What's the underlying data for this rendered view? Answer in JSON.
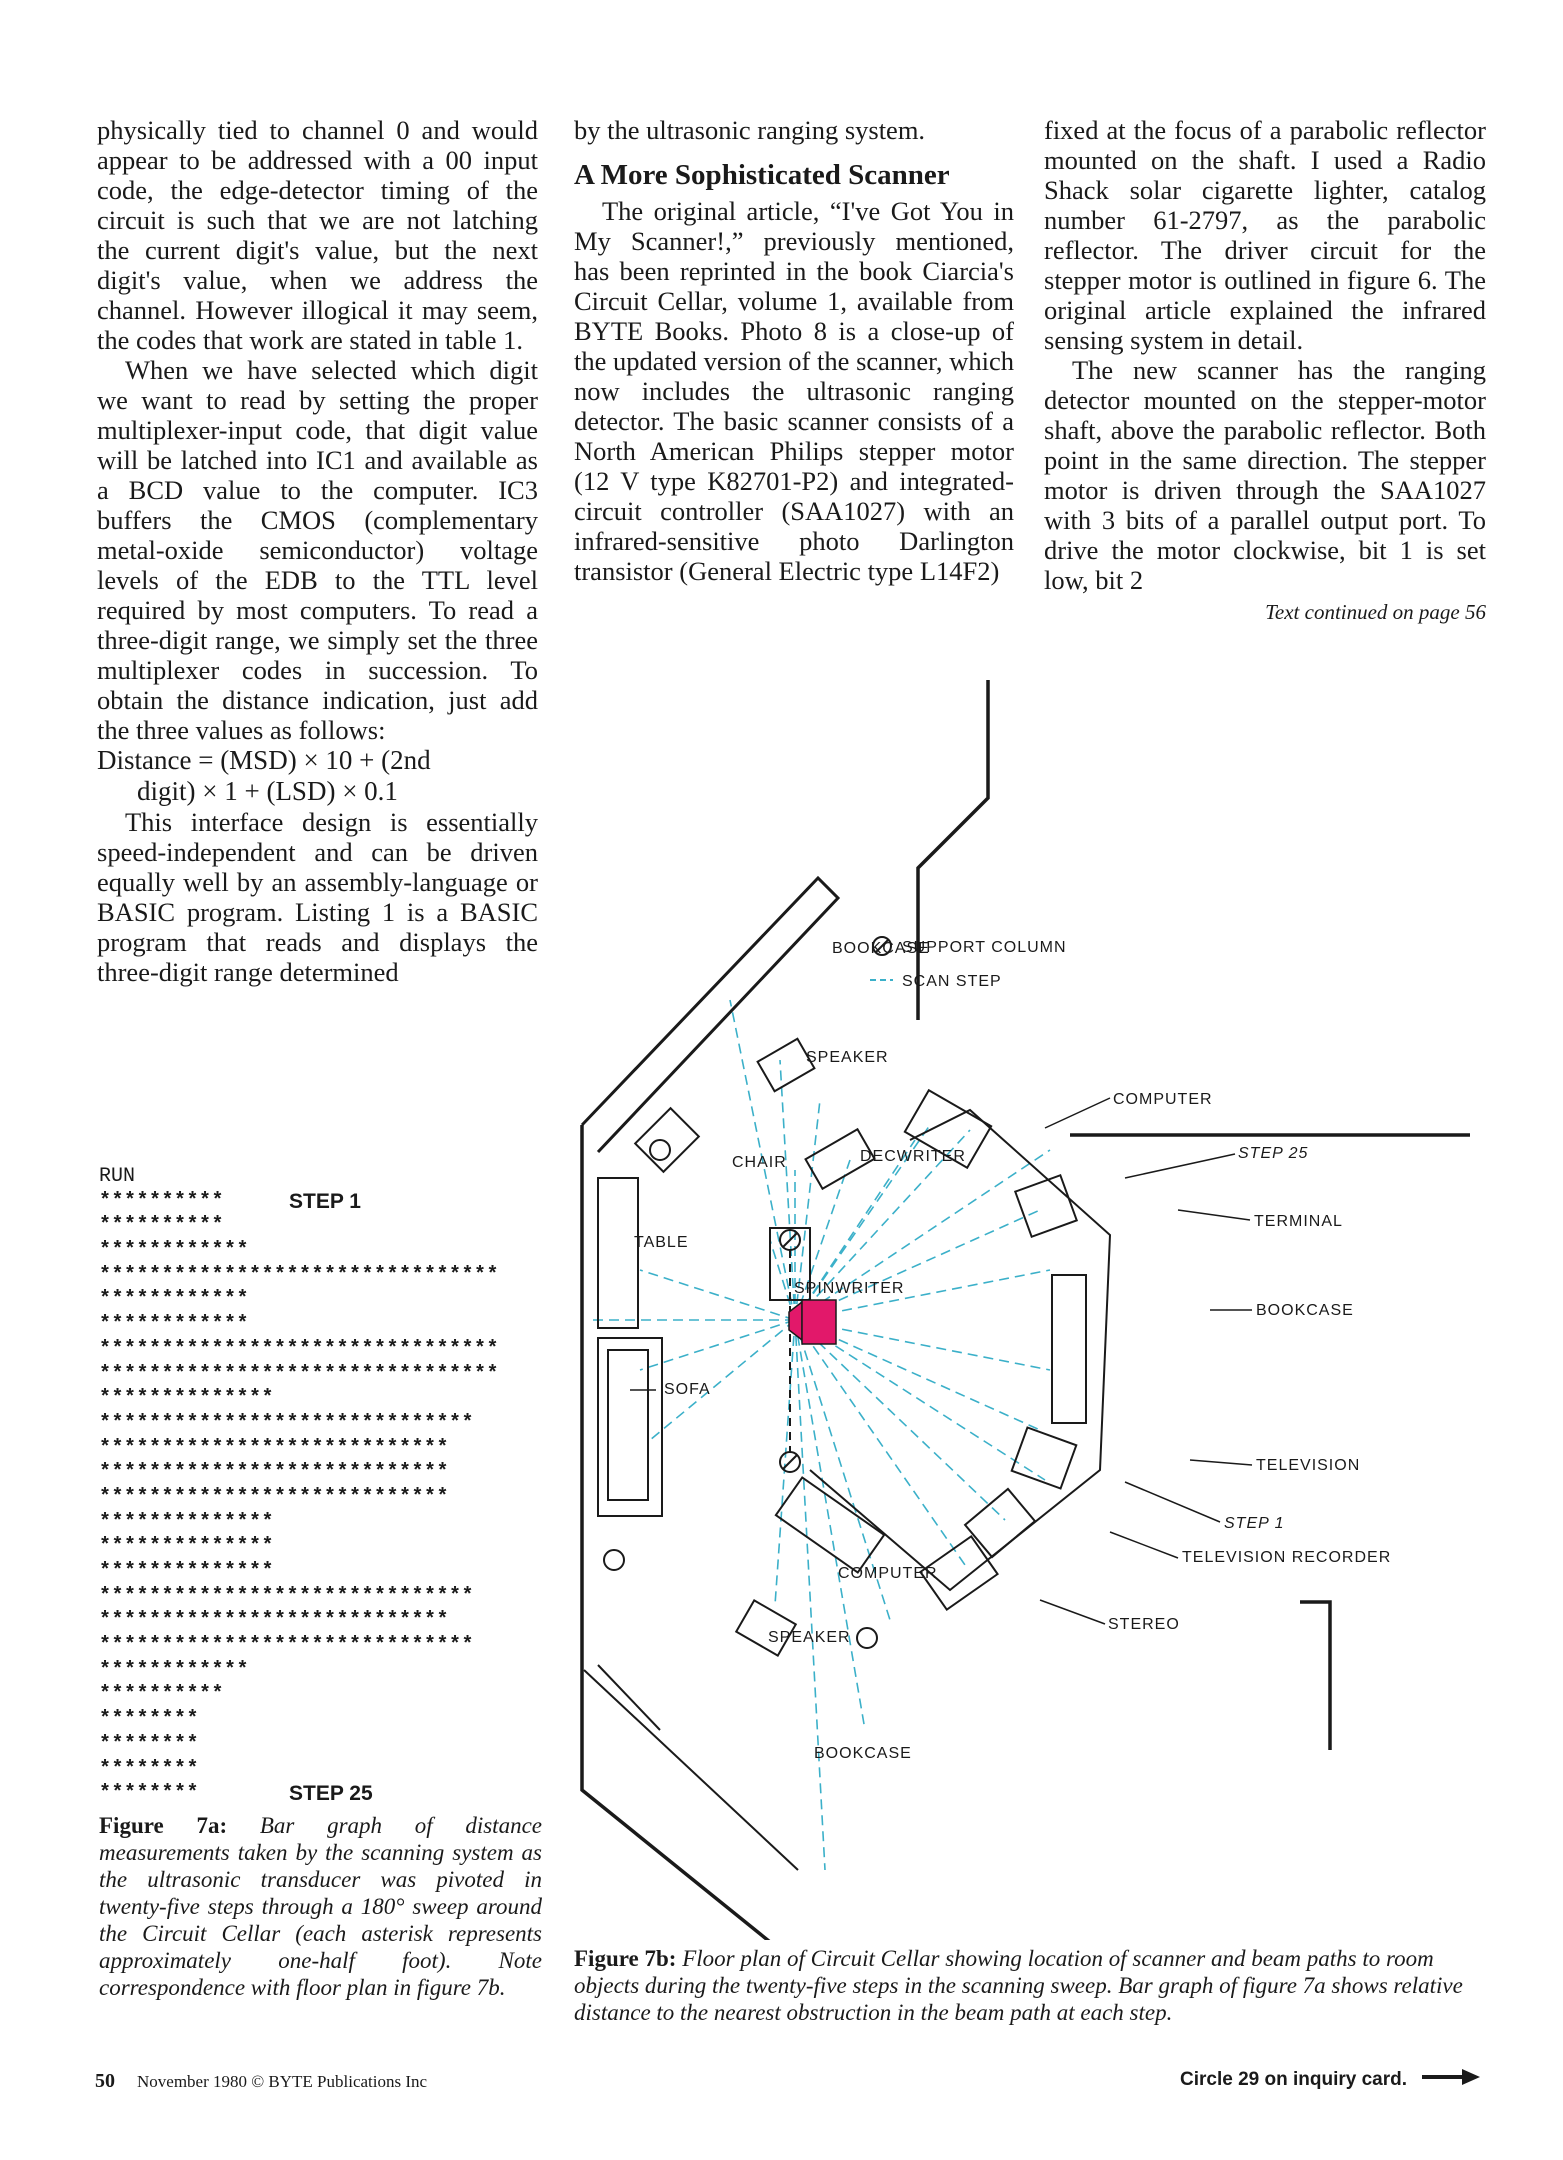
{
  "column1": {
    "p1": "physically tied to channel 0 and would appear to be addressed with a 00 input code, the edge-detector timing of the circuit is such that we are not latching the current digit's value, but the next digit's value, when we address the channel. However illogical it may seem, the codes that work are stated in table 1.",
    "p2": "When we have selected which digit we want to read by setting the proper multiplexer-input code, that digit value will be latched into IC1 and available as a BCD value to the computer. IC3 buffers the CMOS (complementary metal-oxide semiconductor) voltage levels of the EDB to the TTL level required by most computers. To read a three-digit range, we simply set the three multiplexer codes in succession. To obtain the distance indication, just add the three values as follows:",
    "formula_line1": "Distance = (MSD) × 10 + (2nd",
    "formula_line2": "digit) × 1 + (LSD) × 0.1",
    "p3": "This interface design is essentially speed-independent and can be driven equally well by an assembly-language or BASIC program. Listing 1 is a BASIC program that reads and displays the three-digit range determined"
  },
  "column2": {
    "p1": "by the ultrasonic ranging system.",
    "heading": "A More Sophisticated Scanner",
    "p2": "The original article, “I've Got You in My Scanner!,” previously mentioned, has been reprinted in the book Ciarcia's Circuit Cellar, volume 1, available from BYTE Books. Photo 8 is a close-up of the updated version of the scanner, which now includes the ultrasonic ranging detector. The basic scanner consists of a North American Philips stepper motor (12 V type K82701-P2) and integrated-circuit controller (SAA1027) with an infrared-sensitive photo Darlington transistor (General Electric type L14F2)"
  },
  "column3": {
    "p1": "fixed at the focus of a parabolic reflector mounted on the shaft. I used a Radio Shack solar cigarette lighter, catalog number 61-2797, as the parabolic reflector. The driver circuit for the stepper motor is outlined in figure 6. The original article explained the infrared sensing system in detail.",
    "p2": "The new scanner has the ranging detector mounted on the stepper-motor shaft, above the parabolic reflector. Both point in the same direction. The stepper motor is driven through the SAA1027 with 3 bits of a parallel output port. To drive the motor clockwise, bit 1 is set low, bit 2",
    "continued": "Text continued on page 56"
  },
  "listing": {
    "run": "RUN",
    "step1_label": "STEP 1",
    "step25_label": "STEP 25",
    "bar_counts": [
      10,
      10,
      12,
      32,
      12,
      12,
      32,
      32,
      14,
      30,
      28,
      28,
      28,
      14,
      14,
      14,
      30,
      28,
      30,
      12,
      10,
      8,
      8,
      8,
      8
    ]
  },
  "figure7a_caption": {
    "label": "Figure 7a:",
    "text": "Bar graph of distance measurements taken by the scanning system as the ultrasonic transducer was pivoted in twenty-five steps through a 180° sweep around the Circuit Cellar (each asterisk represents approximately one-half foot). Note correspondence with floor plan in figure 7b."
  },
  "floorplan": {
    "legend_support": "SUPPORT COLUMN",
    "legend_scan": "SCAN STEP",
    "labels": {
      "bookcase_top": "BOOKCASE",
      "speaker_top": "SPEAKER",
      "computer_top": "COMPUTER",
      "step25": "STEP 25",
      "chair": "CHAIR",
      "decwriter": "DECWRITER",
      "terminal": "TERMINAL",
      "table": "TABLE",
      "spinwriter": "SPINWRITER",
      "bookcase_right": "BOOKCASE",
      "sofa": "SOFA",
      "television": "TELEVISION",
      "step1": "STEP 1",
      "tv_recorder": "TELEVISION RECORDER",
      "computer_bottom": "COMPUTER",
      "stereo": "STEREO",
      "speaker_bottom": "SPEAKER",
      "bookcase_bottom": "BOOKCASE"
    },
    "colors": {
      "beam": "#3bb0c9",
      "scanner": "#e2186a",
      "ink": "#1a1a1a"
    }
  },
  "figure7b_caption": {
    "label": "Figure 7b:",
    "text": "Floor plan of Circuit Cellar showing location of scanner and beam paths to room objects during the twenty-five steps in the scanning sweep. Bar graph of figure 7a shows relative distance to the nearest obstruction in the beam path at each step."
  },
  "footer": {
    "page": "50",
    "credit": "November 1980 © BYTE Publications Inc",
    "inquiry": "Circle 29 on inquiry card."
  }
}
